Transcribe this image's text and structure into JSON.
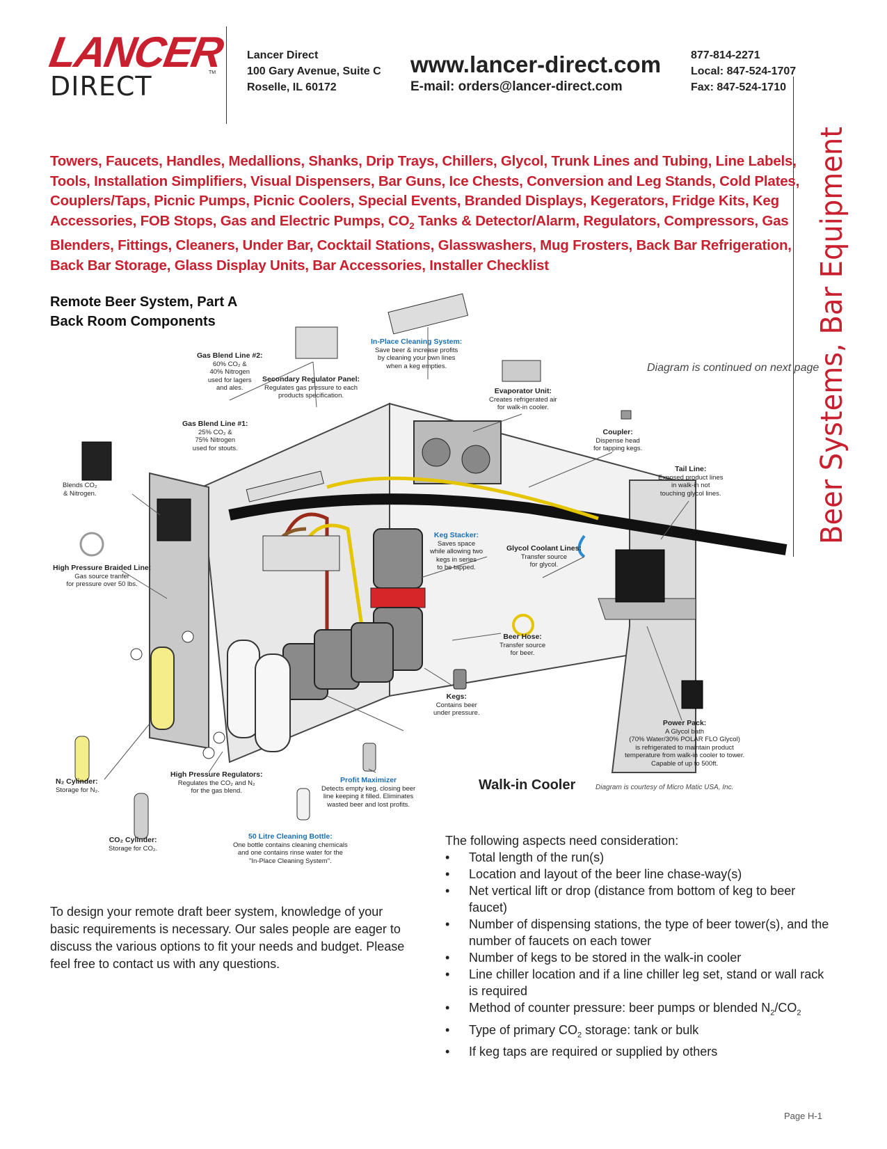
{
  "header": {
    "logo_top": "LANCER",
    "logo_bottom": "DIRECT",
    "logo_tm": "TM",
    "address": [
      "Lancer Direct",
      "100 Gary Avenue, Suite C",
      "Roselle, IL 60172"
    ],
    "website": "www.lancer-direct.com",
    "email": "E-mail: orders@lancer-direct.com",
    "phones": [
      "877-814-2271",
      "Local: 847-524-1707",
      "Fax: 847-524-1710"
    ]
  },
  "side_title": "Beer Systems, Bar Equipment",
  "categories_a": "Towers, Faucets, Handles, Medallions, Shanks, Drip Trays, Chillers, Glycol, Trunk Lines and Tubing, Line Labels, Tools, Installation Simplifiers, Visual Dispensers, Bar Guns, Ice Chests, Conversion and Leg Stands, Cold Plates, Couplers/Taps, Picnic Pumps, Picnic Coolers, Special Events, Branded Displays, Kegerators, Fridge Kits, Keg Accessories, FOB Stops, Gas and Electric Pumps, CO",
  "categories_sub": "2",
  "categories_b": " Tanks & Detector/Alarm, Regulators, Compressors, Gas Blenders, Fittings, Cleaners, Under Bar, Cocktail Stations, Glasswashers, Mug Frosters, Back Bar Refrigeration, Back Bar Storage, Glass Display Units, Bar Accessories, Installer Checklist",
  "section": {
    "title_1": "Remote Beer System, Part A",
    "title_2": "Back Room Components"
  },
  "diagram": {
    "continued_note": "Diagram is continued on next page",
    "courtesy_note": "Diagram is courtesy of Micro Matic USA, Inc.",
    "walkin_label": "Walk-in Cooler",
    "callouts": {
      "gas2_title": "Gas Blend Line #2:",
      "gas2_lines": [
        "60% CO₂ &",
        "40% Nitrogen",
        "used for lagers",
        "and ales."
      ],
      "secondary_title": "Secondary Regulator Panel:",
      "secondary_lines": [
        "Regulates gas pressure to each",
        "products specification."
      ],
      "cleaning_title": "In-Place Cleaning System:",
      "cleaning_lines": [
        "Save beer & increase profits",
        "by cleaning your own lines",
        "when a keg empties."
      ],
      "evap_title": "Evaporator Unit:",
      "evap_lines": [
        "Creates refrigerated air",
        "for walk-in cooler."
      ],
      "coupler_title": "Coupler:",
      "coupler_lines": [
        "Dispense head",
        "for tapping kegs."
      ],
      "tail_title": "Tail Line:",
      "tail_lines": [
        "Exposed product lines",
        "in walk-in not",
        "touching glycol lines."
      ],
      "gas1_title": "Gas Blend Line #1:",
      "gas1_lines": [
        "25% CO₂ &",
        "75% Nitrogen",
        "used for stouts."
      ],
      "blends_lines": [
        "Blends CO₂",
        "& Nitrogen."
      ],
      "hp_braided_title": "High Pressure Braided Line:",
      "hp_braided_lines": [
        "Gas source tranfer",
        "for pressure over 50 lbs."
      ],
      "stacker_title": "Keg Stacker:",
      "stacker_lines": [
        "Saves space",
        "while allowing two",
        "kegs in series",
        "to be tapped."
      ],
      "glycol_title": "Glycol Coolant Lines:",
      "glycol_lines": [
        "Transfer source",
        "for glycol."
      ],
      "hose_title": "Beer Hose:",
      "hose_lines": [
        "Transfer source",
        "for beer."
      ],
      "kegs_title": "Kegs:",
      "kegs_lines": [
        "Contains beer",
        "under pressure."
      ],
      "power_title": "Power Pack:",
      "power_lines": [
        "A Glycol bath",
        "(70% Water/30% POLAR FLO Glycol)",
        "is refrigerated to maintain product",
        "temperature from walk-in cooler to tower.",
        "Capable of up to 500ft."
      ],
      "n2_title": "N₂ Cylinder:",
      "n2_lines": [
        "Storage for N₂."
      ],
      "hp_reg_title": "High Pressure Regulators:",
      "hp_reg_lines": [
        "Regulates the CO₂ and N₂",
        "for the gas blend."
      ],
      "profit_title": "Profit Maximizer",
      "profit_lines": [
        "Detects empty keg, closing beer",
        "line keeping it filled. Eliminates",
        "wasted beer and lost profits."
      ],
      "co2_title": "CO₂ Cylinder:",
      "co2_lines": [
        "Storage for CO₂."
      ],
      "bottle_title": "50 Litre Cleaning Bottle:",
      "bottle_lines": [
        "One bottle contains cleaning chemicals",
        "and one contains rinse water for the",
        "\"In-Place Cleaning System\"."
      ]
    }
  },
  "intro_text": "To design your remote draft beer system, knowledge of your basic requirements is necessary. Our sales people are eager to discuss the various options to fit your needs and budget. Please feel free to contact us with any questions.",
  "considerations": {
    "heading": "The following aspects need consideration:",
    "items": [
      "Total length of the run(s)",
      "Location and layout of the beer line chase-way(s)",
      "Net vertical lift or drop (distance from bottom of keg to beer faucet)",
      "Number of dispensing stations, the type of beer tower(s), and the number of faucets on each tower",
      "Number of kegs to be stored in the walk-in cooler",
      "Line chiller location and if a line chiller leg set, stand or wall rack is required"
    ],
    "item_pressure_a": "Method of counter pressure: beer pumps or blended N",
    "item_pressure_sub1": "2",
    "item_pressure_mid": "/CO",
    "item_pressure_sub2": "2",
    "item_storage_a": "Type of primary CO",
    "item_storage_sub": "2",
    "item_storage_b": " storage: tank or bulk",
    "item_last": "If keg taps are required or supplied by others"
  },
  "page_number": "Page H-1",
  "colors": {
    "brand_red": "#c8202f",
    "blue_callout": "#1b6fb5"
  }
}
